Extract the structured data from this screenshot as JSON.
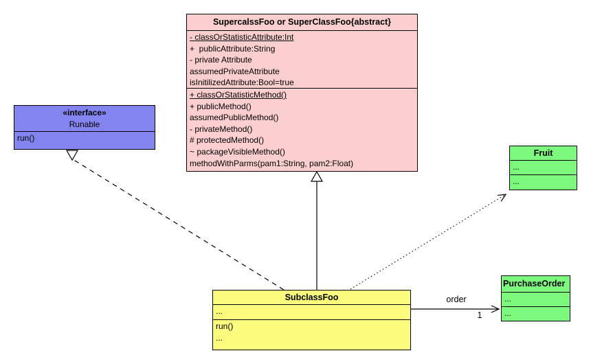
{
  "diagram": {
    "type": "uml-class-diagram",
    "colors": {
      "superclass_fill": "#FBCFCF",
      "interface_fill": "#8484F0",
      "fruit_fill": "#7DF97D",
      "purchase_order_fill": "#7DF97D",
      "subclass_fill": "#FBFB7E",
      "edge_color": "#000000",
      "background": "#FFFFFF"
    },
    "classes": {
      "superclass": {
        "title": "SupercalssFoo or SuperClassFoo{abstract}",
        "attributes": [
          "- classOrStatisticAttribute:Int",
          "+  publicAttribute:String",
          "- private Attribute",
          "assumedPrivateAttribute",
          "isInitilizedAttribute:Bool=true"
        ],
        "methods": [
          "+ classOrStatisticMethod()",
          "+ publicMethod()",
          "assumedPublicMethod()",
          "- privateMethod()",
          "# protectedMethod()",
          "~ packageVisibleMethod()",
          "methodWithParms(pam1:String, pam2:Float)"
        ]
      },
      "interface": {
        "stereotype": "«interface»",
        "name": "Runable",
        "methods": [
          "run()"
        ]
      },
      "fruit": {
        "title": "Fruit",
        "attributes_placeholder": "...",
        "methods_placeholder": "..."
      },
      "purchase_order": {
        "title": "PurchaseOrder",
        "attributes_placeholder": "...",
        "methods_placeholder": "..."
      },
      "subclass": {
        "title": "SubclassFoo",
        "attributes_placeholder": "...",
        "methods": [
          "run()",
          "..."
        ]
      }
    },
    "relationships": {
      "generalization": {
        "from": "SubclassFoo",
        "to": "SupercalssFoo or SuperClassFoo{abstract}"
      },
      "realization": {
        "from": "SubclassFoo",
        "to": "Runable"
      },
      "dependency": {
        "from": "SubclassFoo",
        "to": "Fruit"
      },
      "association": {
        "from": "SubclassFoo",
        "to": "PurchaseOrder",
        "label": "order",
        "multiplicity": "1"
      }
    }
  }
}
